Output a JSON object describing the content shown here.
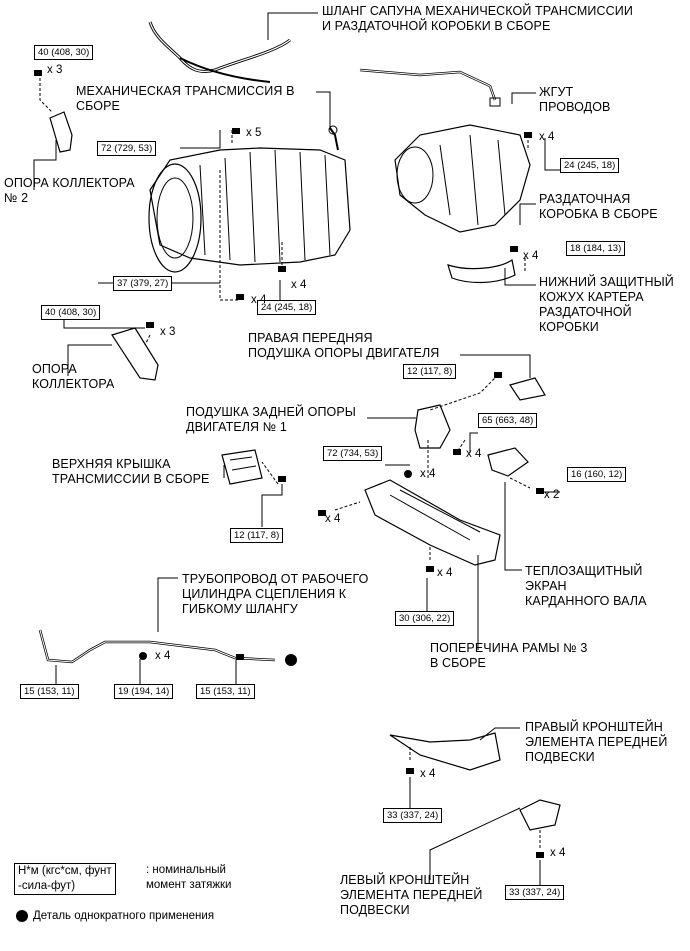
{
  "labels": {
    "breather_hose": "ШЛАНГ САПУНА МЕХАНИЧЕСКОЙ ТРАНСМИССИИ\nИ РАЗДАТОЧНОЙ КОРОБКИ В СБОРЕ",
    "wire_harness": "ЖГУТ\nПРОВОДОВ",
    "manual_transmission": "МЕХАНИЧЕСКАЯ ТРАНСМИССИЯ В\nСБОРЕ",
    "manifold_support_2": "ОПОРА КОЛЛЕКТОРА\n№ 2",
    "transfer_case": "РАЗДАТОЧНАЯ\nКОРОБКА В СБОРЕ",
    "transfer_lower_cover": "НИЖНИЙ ЗАЩИТНЫЙ\nКОЖУХ КАРТЕРА\nРАЗДАТОЧНОЙ\nКОРОБКИ",
    "manifold_support": "ОПОРА\nКОЛЛЕКТОРА",
    "rh_front_mount": "ПРАВАЯ ПЕРЕДНЯЯ\nПОДУШКА ОПОРЫ ДВИГАТЕЛЯ",
    "rear_mount": "ПОДУШКА ЗАДНЕЙ ОПОРЫ\nДВИГАТЕЛЯ № 1",
    "upper_cover": "ВЕРХНЯЯ КРЫШКА\nТРАНСМИССИИ В СБОРЕ",
    "heat_shield": "ТЕПЛОЗАЩИТНЫЙ\nЭКРАН\nКАРДАННОГО ВАЛА",
    "clutch_tube": "ТРУБОПРОВОД ОТ РАБОЧЕГО\nЦИЛИНДРА СЦЕПЛЕНИЯ К\nГИБКОМУ ШЛАНГУ",
    "crossmember": "ПОПЕРЕЧИНА РАМЫ № 3\nВ СБОРЕ",
    "rh_bracket": "ПРАВЫЙ КРОНШТЕЙН\nЭЛЕМЕНТА ПЕРЕДНЕЙ\nПОДВЕСКИ",
    "lh_bracket": "ЛЕВЫЙ КРОНШТЕЙН\nЭЛЕМЕНТА ПЕРЕДНЕЙ\nПОДВЕСКИ"
  },
  "torques": {
    "t1": "40 (408, 30)",
    "t2": "72 (729, 53)",
    "t3": "37 (379, 27)",
    "t4": "24 (245, 18)",
    "t5": "40 (408, 30)",
    "t6": "24 (245, 18)",
    "t7": "18 (184, 13)",
    "t8": "12 (117, 8)",
    "t9": "65 (663, 48)",
    "t10": "72 (734, 53)",
    "t11": "16 (160, 12)",
    "t12": "12 (117, 8)",
    "t13": "30 (306, 22)",
    "t14": "15 (153, 11)",
    "t15": "19 (194, 14)",
    "t16": "15 (153, 11)",
    "t17": "33 (337, 24)",
    "t18": "33 (337, 24)"
  },
  "multipliers": {
    "m1": "x 3",
    "m2": "x 5",
    "m3": "x 4",
    "m4": "x 4",
    "m5": "x 3",
    "m6": "x 4",
    "m7": "x 4",
    "m8": "x 4",
    "m9": "x 4",
    "m10": "x 2",
    "m11": "x 4",
    "m12": "x 4",
    "m13": "x 4",
    "m14": "x 4",
    "m15": "x 4"
  },
  "legend": {
    "unit": "Н*м (кгс*см, фунт\n-сила-фут)",
    "unit_desc": ": номинальный\nмомент затяжки",
    "single_use": "Деталь однократного применения"
  }
}
